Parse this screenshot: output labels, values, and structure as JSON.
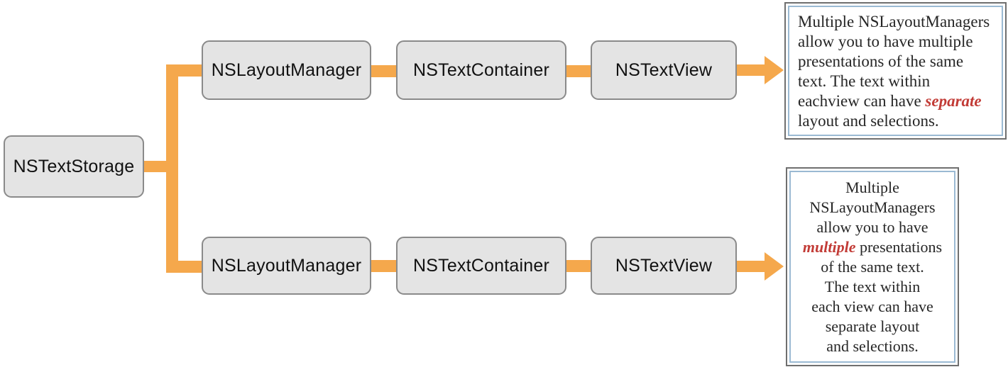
{
  "colors": {
    "connector_orange": "#F5A84C",
    "node_fill": "#E4E4E4",
    "node_border": "#8A8A8A",
    "node_text": "#111111",
    "note_text": "#262626",
    "note_outer_border": "#6F6F6F",
    "note_inner_border": "#9BBAD3",
    "highlight_red": "#C23B36"
  },
  "nodes": {
    "storage": {
      "label": "NSTextStorage"
    },
    "row1": {
      "layout_manager": "NSLayoutManager",
      "text_container": "NSTextContainer",
      "text_view": "NSTextView"
    },
    "row2": {
      "layout_manager": "NSLayoutManager",
      "text_container": "NSTextContainer",
      "text_view": "NSTextView"
    }
  },
  "notes": {
    "top": {
      "l1": "Multiple NSLayoutManagers",
      "l2": "allow you to have multiple",
      "l3": "presentations of the same",
      "l4": "text. The text within",
      "l5a": "eachview can have ",
      "l5b": "separate",
      "l6": "layout and selections."
    },
    "bottom": {
      "l1": "Multiple",
      "l2": "NSLayoutManagers",
      "l3": "allow you to have",
      "l4a": "multiple",
      "l4b": " presentations",
      "l5": "of the same text.",
      "l6": "The text within",
      "l7": "each view can have",
      "l8": "separate layout",
      "l9": "and selections."
    }
  }
}
